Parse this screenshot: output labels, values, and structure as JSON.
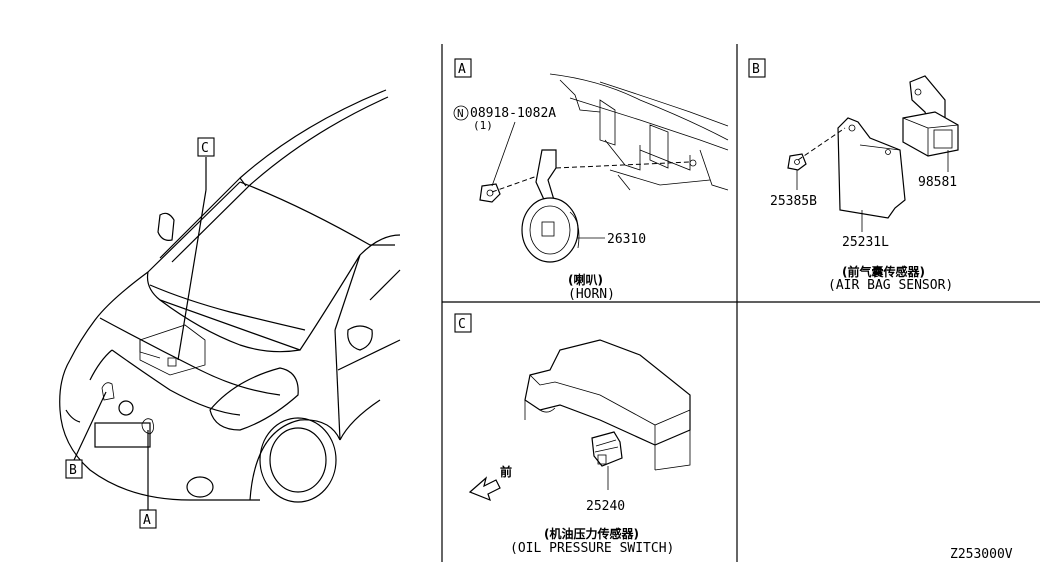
{
  "panels": {
    "A": {
      "letter": "A",
      "part_nut_code": "08918-1082A",
      "part_nut_qty": "(1)",
      "part_nut_prefix": "N",
      "part_horn": "26310",
      "caption_cn": "(喇叭)",
      "caption_en": "(HORN)"
    },
    "B": {
      "letter": "B",
      "part_nut": "25385B",
      "part_sensor": "98581",
      "part_bracket": "25231L",
      "caption_cn": "(前气囊传感器)",
      "caption_en": "(AIR BAG SENSOR)"
    },
    "C": {
      "letter": "C",
      "part_switch": "25240",
      "front_label": "前",
      "caption_cn": "(机油压力传感器)",
      "caption_en": "(OIL PRESSURE SWITCH)"
    }
  },
  "car_callouts": {
    "A": "A",
    "B": "B",
    "C": "C"
  },
  "figure_code": "Z253000V"
}
